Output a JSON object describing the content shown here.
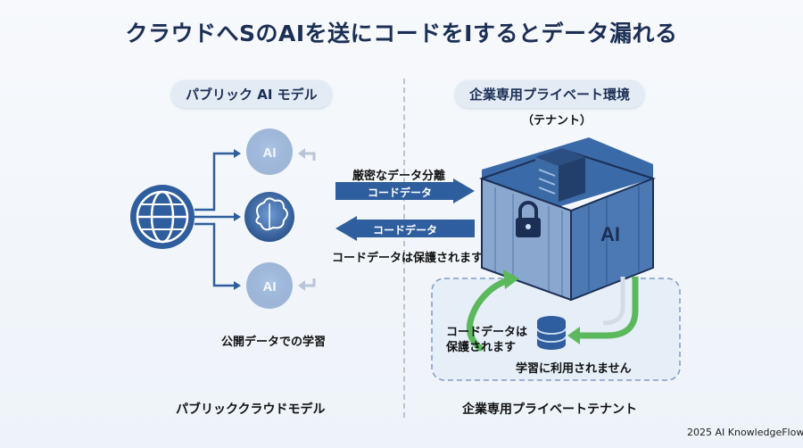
{
  "title": "クラウドへSのAIを送にコードをIするとデータ漏れる",
  "left": {
    "header": "パブリック AI モデル",
    "nodes": [
      {
        "label": "AI",
        "icon": "ai-brain-icon"
      },
      {
        "label": "",
        "icon": "brain-icon"
      },
      {
        "label": "AI",
        "icon": "ai-brain-icon"
      }
    ],
    "source_icon": "globe-icon",
    "caption": "公開データでの学習",
    "footer": "パブリッククラウドモデル"
  },
  "right": {
    "header": "企業専用プライベート環境",
    "subheader": "（テナント）",
    "container_label": "AI",
    "container_icons": [
      "server-icon",
      "lock-icon",
      "database-icon"
    ],
    "loop_caption": "コードデータは\n保護されます",
    "loop_caption_line1": "コードデータは",
    "loop_caption_line2": "保護されます",
    "no_training": "学習に利用されません",
    "footer": "企業専用プライベートテナント"
  },
  "middle": {
    "top_label": "厳密なデータ分離",
    "arrow_right_label": "コードデータ",
    "arrow_left_label": "コードデータ",
    "bottom_label": "コードデータは保護されます"
  },
  "copyright": "2025 AI KnowledgeFlow",
  "colors": {
    "navy": "#1b2f55",
    "blue": "#2f5e9e",
    "green": "#5cb85c",
    "light_blue": "#e3ebf5"
  }
}
